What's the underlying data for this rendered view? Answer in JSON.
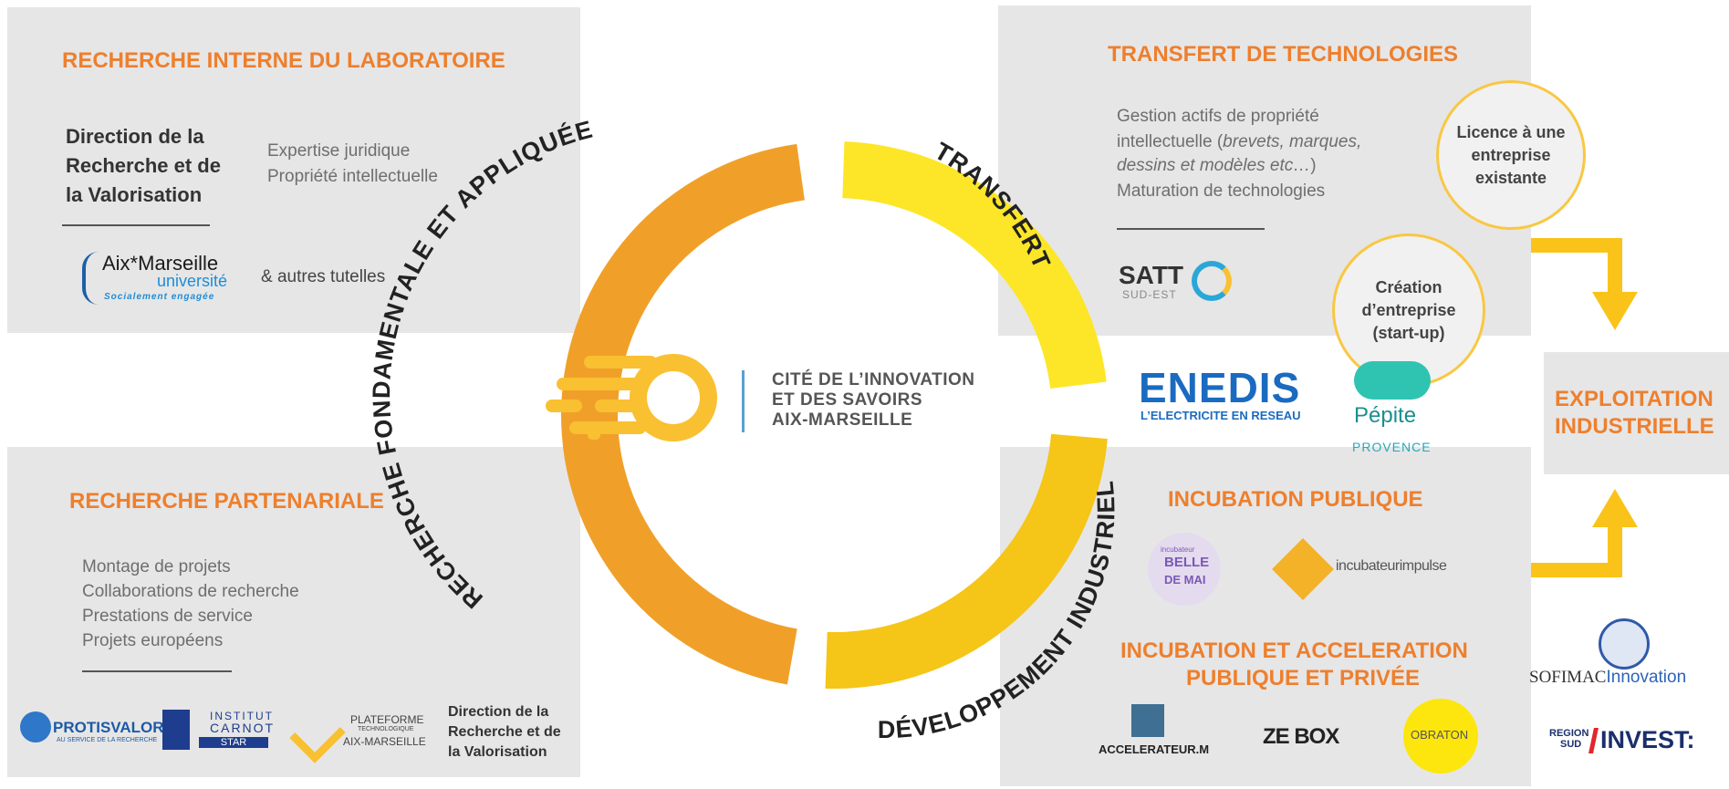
{
  "colors": {
    "orange": "#f0a029",
    "yellow": "#fde627",
    "gold": "#f5c518",
    "title_orange": "#ee7f2d",
    "panel": "#e6e6e6",
    "arrow": "#f9c31a"
  },
  "ring": {
    "arc_recherche": "RECHERCHE FONDAMENTALE ET APPLIQUÉE",
    "arc_transfert": "TRANSFERT",
    "arc_developpement": "DÉVELOPPEMENT INDUSTRIEL"
  },
  "center": {
    "line1": "CITÉ DE L’INNOVATION",
    "line2": "ET DES SAVOIRS",
    "line3": "AIX-MARSEILLE"
  },
  "panel_top_left": {
    "title": "RECHERCHE INTERNE DU LABORATOIRE",
    "dir_line1": "Direction de la",
    "dir_line2": "Recherche et de",
    "dir_line3": "la Valorisation",
    "expertise1": "Expertise juridique",
    "expertise2": "Propriété intellectuelle",
    "amu_line1": "Aix*Marseille",
    "amu_line2": "université",
    "amu_line3": "Socialement engagée",
    "autres": "& autres tutelles"
  },
  "panel_bottom_left": {
    "title": "RECHERCHE PARTENARIALE",
    "items": [
      "Montage de projets",
      "Collaborations de recherche",
      "Prestations de service",
      "Projets européens"
    ],
    "protisvalor": "PROTISVALOR",
    "protisvalor_sub": "AU SERVICE DE LA RECHERCHE",
    "carnot1": "INSTITUT",
    "carnot2": "CARNOT",
    "carnot3": "STAR",
    "plateforme1": "PLATEFORME",
    "plateforme2": "TECHNOLOGIQUE",
    "plateforme3": "AIX-MARSEILLE",
    "dir_line1": "Direction de la",
    "dir_line2": "Recherche et de",
    "dir_line3": "la Valorisation"
  },
  "panel_top_right": {
    "title": "TRANSFERT DE TECHNOLOGIES",
    "line1": "Gestion actifs de propriété",
    "line2a": "intellectuelle (",
    "line2b": "brevets, marques,",
    "line3a": "dessins et modèles etc…",
    "line3b": ")",
    "line4": "Maturation de technologies",
    "satt": "SATT",
    "satt_sub": "SUD-EST",
    "licence1": "Licence à une",
    "licence2": "entreprise",
    "licence3": "existante",
    "creation1": "Création",
    "creation2": "d’entreprise",
    "creation3": "(start-up)"
  },
  "middle_right": {
    "enedis": "ENEDIS",
    "enedis_sub": "L’ELECTRICITE EN RESEAU",
    "pepite": "Pépite",
    "pepite_sub": "PROVENCE",
    "exploitation1": "EXPLOITATION",
    "exploitation2": "INDUSTRIELLE"
  },
  "panel_bottom_right": {
    "title1": "INCUBATION PUBLIQUE",
    "belle1": "incubateur",
    "belle2": "BELLE",
    "belle3": "DE MAI",
    "impulse": "incubateurimpulse",
    "title2a": "INCUBATION ET ACCELERATION",
    "title2b": "PUBLIQUE ET PRIVÉE",
    "accelerateur": "ACCELERATEUR.M",
    "zebox": "ZE BOX",
    "obrator": "OBRATON"
  },
  "far_right": {
    "sofimac": "SOFIMAC",
    "innovation": "Innovation",
    "region1": "REGION",
    "region2": "SUD",
    "invest": "INVEST:"
  }
}
